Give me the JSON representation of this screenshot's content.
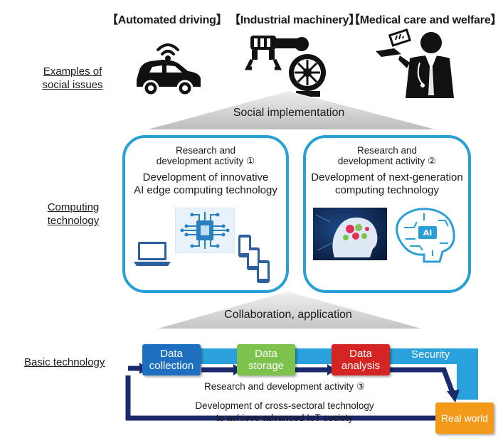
{
  "examples": [
    {
      "label": "【Automated driving】",
      "icon": "car-icon"
    },
    {
      "label": "【Industrial machinery】",
      "icon": "robot-arm-icon"
    },
    {
      "label": "【Medical care and welfare】",
      "icon": "doctor-icon"
    }
  ],
  "rows": {
    "examples_label": [
      "Examples of",
      "social issues"
    ],
    "computing_label": [
      "Computing",
      "technology"
    ],
    "basic_label": "Basic technology"
  },
  "social_implementation": "Social implementation",
  "collaboration": "Collaboration, application",
  "panels": [
    {
      "title": [
        "Research and",
        "development activity ①"
      ],
      "subtitle": [
        "Development of innovative",
        "AI edge computing technology"
      ]
    },
    {
      "title": [
        "Research and",
        "development activity ②"
      ],
      "subtitle": [
        "Development of next-generation",
        "computing technology"
      ]
    }
  ],
  "flow": {
    "boxes": [
      {
        "label": [
          "Data",
          "collection"
        ],
        "color": "#1f6fc1"
      },
      {
        "label": [
          "Data",
          "storage"
        ],
        "color": "#7cc24d"
      },
      {
        "label": [
          "Data",
          "analysis"
        ],
        "color": "#d42424"
      },
      {
        "label": [
          "Real world"
        ],
        "color": "#f39a1b"
      }
    ],
    "security": "Security",
    "activity3": "Research and development activity ③",
    "crosscut": [
      "Development of cross-sectoral technology",
      "to achieve advanced IoT society"
    ],
    "colors": {
      "band": "#2aa1da",
      "loop": "#1b2a6b"
    }
  }
}
